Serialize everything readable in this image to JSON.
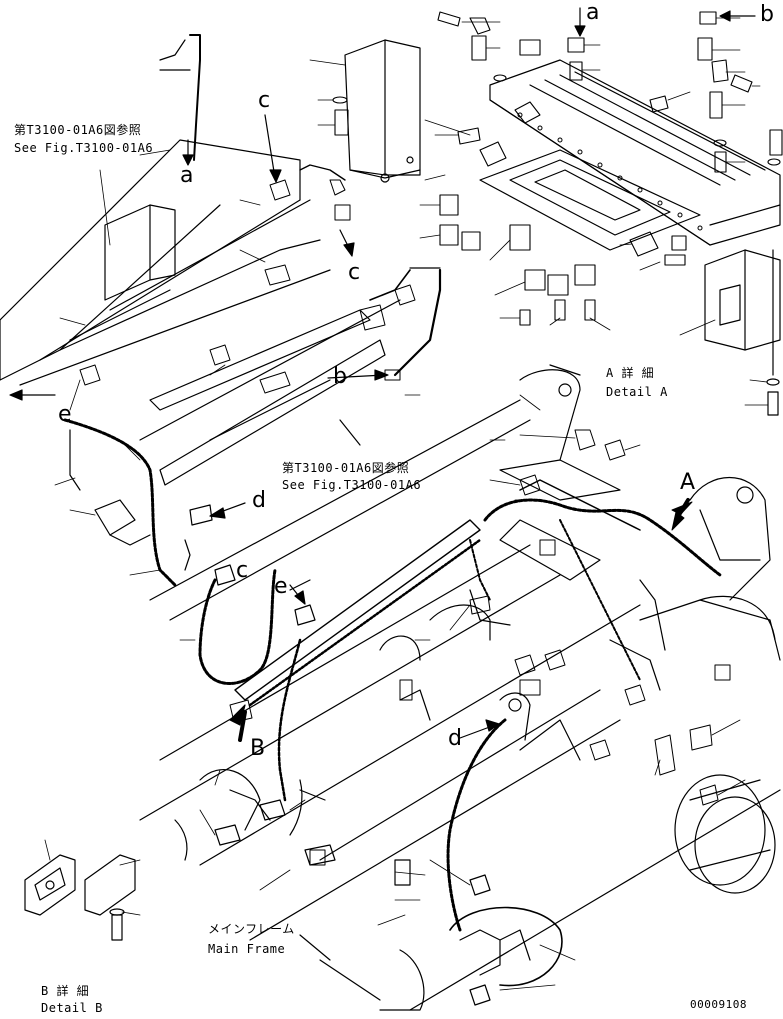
{
  "labels": {
    "ref_top_jp": "第T3100-01A6図参照",
    "ref_top_en": "See Fig.T3100-01A6",
    "ref_mid_jp": "第T3100-01A6図参照",
    "ref_mid_en": "See Fig.T3100-01A6",
    "detail_a_jp": "A 詳 細",
    "detail_a_en": "Detail A",
    "detail_b_jp": "B 詳 細",
    "detail_b_en": "Detail B",
    "main_frame_jp": "メインフレーム",
    "main_frame_en": "Main Frame",
    "drawing_number": "00009108"
  },
  "callouts": {
    "a_top": "a",
    "b_top": "b",
    "a_left": "a",
    "c_top": "c",
    "c_mid": "c",
    "b_mid": "b",
    "e_left": "e",
    "d_mid": "d",
    "A_arrow": "A",
    "c_lower": "c",
    "e_lower": "e",
    "B_arrow": "B",
    "d_lower": "d"
  },
  "colors": {
    "ink": "#000000",
    "paper": "#ffffff"
  }
}
